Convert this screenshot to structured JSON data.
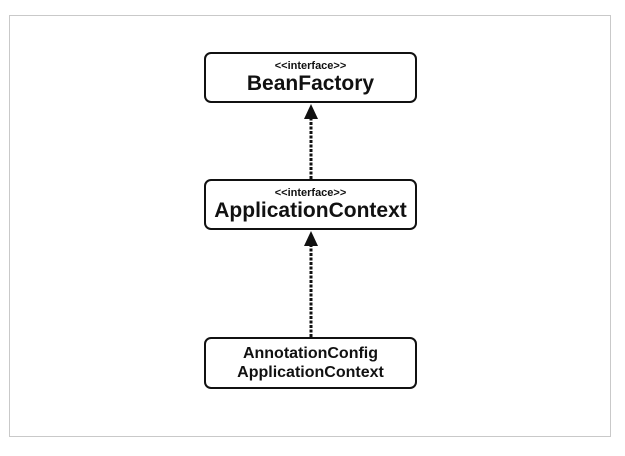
{
  "nodes": {
    "bean_factory": {
      "stereotype": "<<interface>>",
      "name": "BeanFactory"
    },
    "application_context": {
      "stereotype": "<<interface>>",
      "name": "ApplicationContext"
    },
    "annotation_config": {
      "line1": "AnnotationConfig",
      "line2": "ApplicationContext"
    }
  },
  "edges": [
    {
      "from": "application_context",
      "to": "bean_factory",
      "type": "inheritance"
    },
    {
      "from": "annotation_config",
      "to": "application_context",
      "type": "inheritance"
    }
  ],
  "colors": {
    "stroke": "#111111",
    "frame": "#c9c9c9",
    "background": "#ffffff"
  }
}
